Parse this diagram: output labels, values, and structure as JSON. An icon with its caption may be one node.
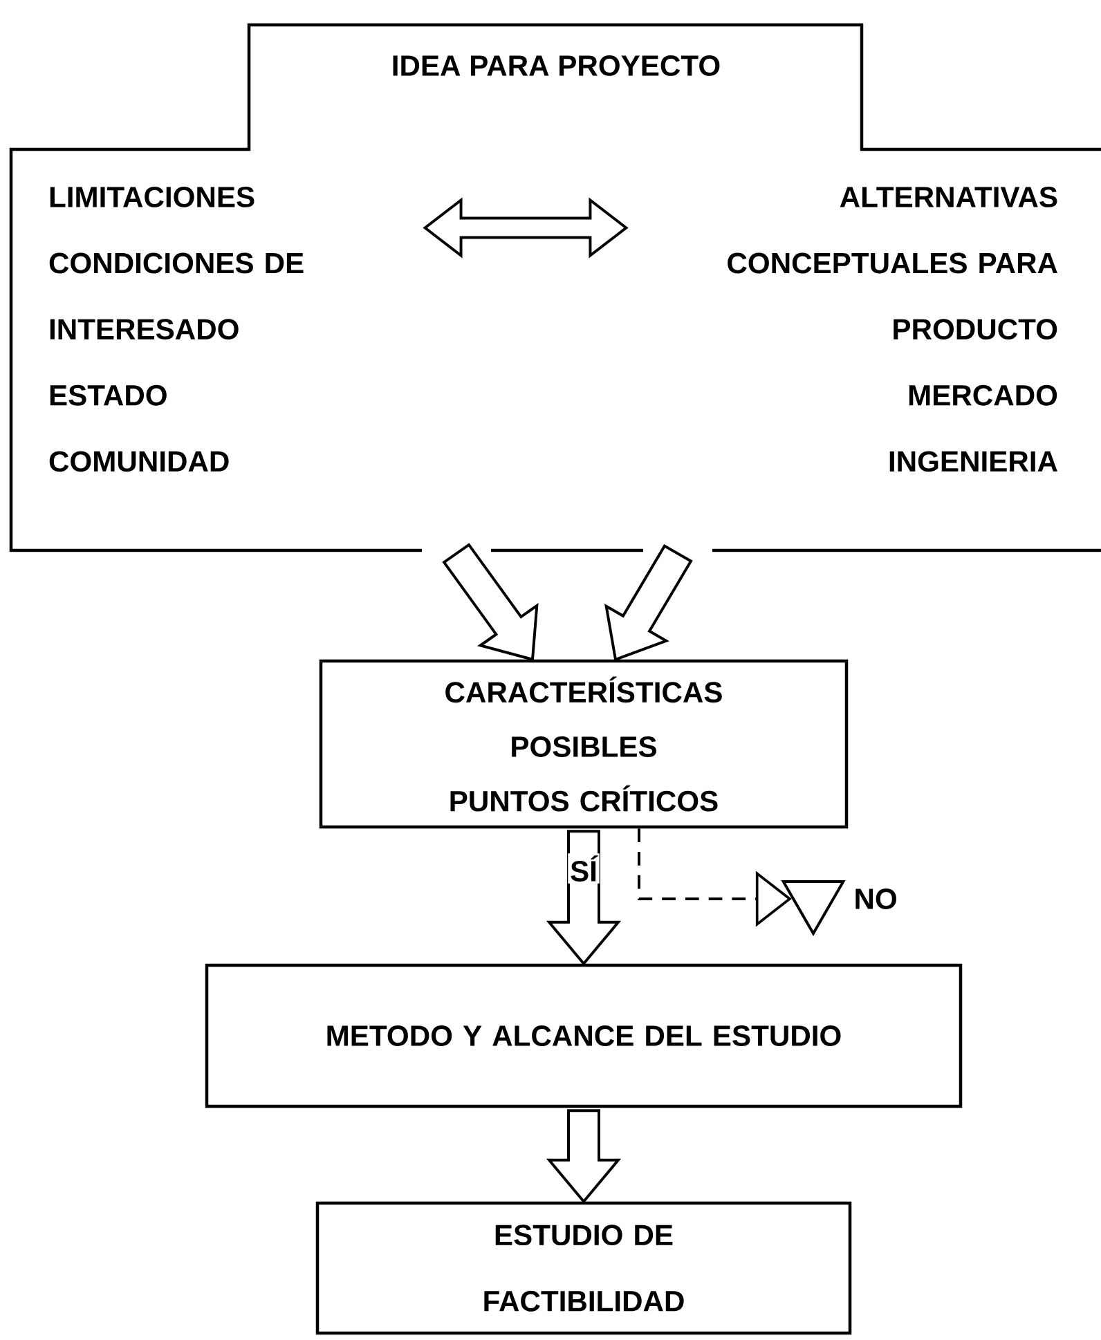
{
  "diagram": {
    "nodes": [
      {
        "text": [
          "IDEA PARA PROYECTO"
        ]
      },
      {
        "text": [
          "LIMITACIONES CONDICIONES DE",
          "INTERESADO",
          "ESTADO",
          "COMUNIDAD"
        ],
        "in": 0
      },
      {
        "text": [
          "ALTERNATIVAS CONCEPTUALES PARA",
          "PRODUCTO",
          "MERCADO",
          "INGENIERIA"
        ],
        "in": 0
      },
      {
        "text": [
          "CARACTERÍSTICAS POSIBLES",
          "PUNTOS CRÍTICOS"
        ]
      },
      {
        "text": [],
        "shape": "triangle",
        "beside": [
          "NO"
        ]
      },
      {
        "text": [
          "METODO Y ALCANCE DEL ESTUDIO"
        ]
      },
      {
        "text": [
          "ESTUDIO DE FACTIBILIDAD"
        ]
      }
    ],
    "edges": [
      {
        "from": 1,
        "to": 2,
        "arrow": "both"
      },
      {
        "from": 0,
        "to": 3,
        "arrow": "to"
      },
      {
        "from": 0,
        "to": 3,
        "arrow": "to"
      },
      {
        "from": 3,
        "to": 5,
        "arrow": "to",
        "label": "SÍ"
      },
      {
        "from": 3,
        "to": 4,
        "arrow": "to",
        "style": "dashed"
      },
      {
        "from": 5,
        "to": 6,
        "arrow": "to"
      }
    ]
  }
}
